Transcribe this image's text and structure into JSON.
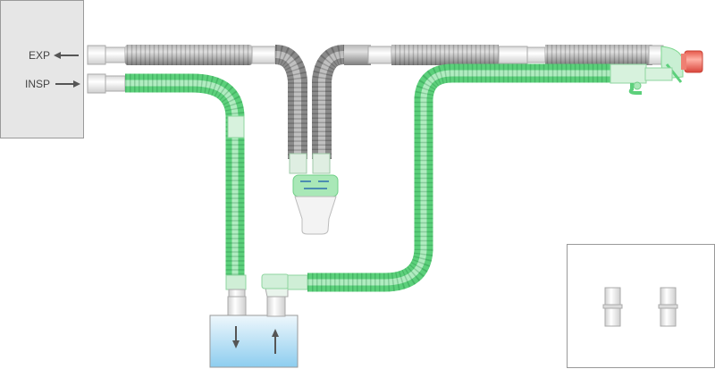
{
  "diagram": {
    "type": "breathing-circuit",
    "ventilator": {
      "ports": [
        {
          "label": "EXP",
          "direction": "out",
          "arrow": "left-arrow"
        },
        {
          "label": "INSP",
          "direction": "in",
          "arrow": "right-arrow"
        }
      ]
    },
    "tubes": [
      {
        "name": "expiratory-limb",
        "color": "#8c8c8c"
      },
      {
        "name": "inspiratory-limb-dry",
        "color": "#5fd67f"
      },
      {
        "name": "inspiratory-limb-heated",
        "color": "#5fd67f"
      }
    ],
    "humidifier": {
      "arrows": [
        "down-arrow",
        "up-arrow"
      ],
      "water_color": "#a8d8f0"
    },
    "patient_connector_color": "#f07060",
    "filter_color": "#7fd890",
    "inset": {
      "contents": "two-adapter-connectors"
    }
  }
}
